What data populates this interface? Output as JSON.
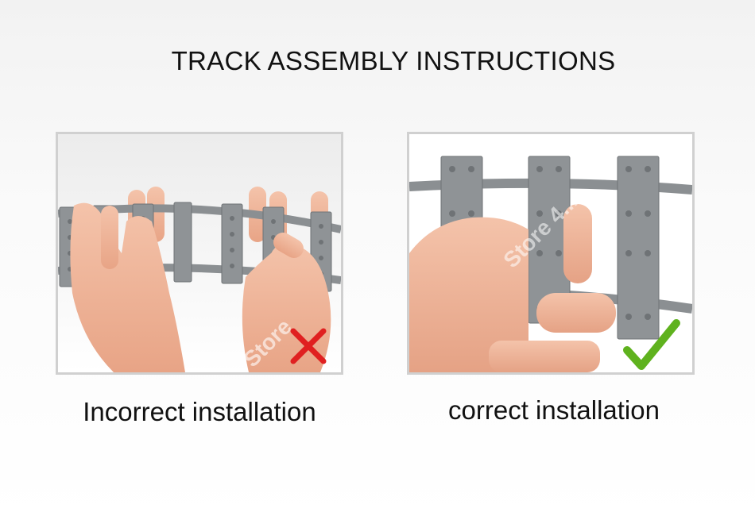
{
  "header": {
    "title": "TRACK ASSEMBLY INSTRUCTIONS"
  },
  "panels": {
    "incorrect": {
      "caption": "Incorrect installation",
      "mark_icon": "cross-icon",
      "mark_color": "#e02020"
    },
    "correct": {
      "caption": "correct installation",
      "mark_icon": "check-icon",
      "mark_color": "#5fb21e"
    }
  },
  "watermark": {
    "text": "Store 4...",
    "visible": true
  }
}
